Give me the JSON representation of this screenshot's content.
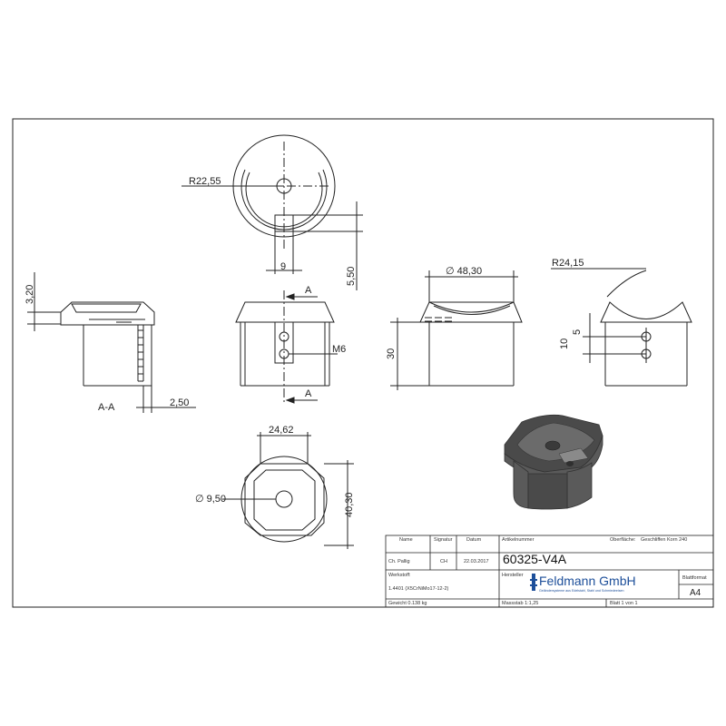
{
  "drawing": {
    "top_view": {
      "radius": "R22,55",
      "slot_width": "9",
      "slot_depth": "5,50"
    },
    "section_view": {
      "label": "A-A",
      "lip_height": "3,20",
      "wall": "2,50"
    },
    "front_view": {
      "section_mark": "A",
      "thread": "M6"
    },
    "side_view": {
      "diameter": "∅ 48,30",
      "height": "30"
    },
    "right_view": {
      "radius": "R24,15",
      "hole_spacing": "5",
      "hole_offset": "10"
    },
    "bottom_view": {
      "width": "24,62",
      "height": "40,30",
      "hole": "∅ 9,50"
    }
  },
  "title_block": {
    "col_headers": [
      "Name",
      "Signatur",
      "Datum"
    ],
    "drawn_by": "Ch. Pallig",
    "signature": "CH",
    "date": "22.03.2017",
    "article_label": "Artikelnummer",
    "article_number": "60325-V4A",
    "surface_label": "Oberfläche:",
    "surface_value": "Geschliffen Korn 240",
    "material_label": "Werkstoff:",
    "material_value": "1.4401 (X5CrNiMo17-12-2)",
    "manufacturer_label": "Hersteller",
    "company_name": "Feldmann GmbH",
    "company_tagline": "Geländersysteme aus Edelstahl, Stahl und Schmiedeeisen",
    "format_label": "Blattformat",
    "format_value": "A4",
    "weight": "Gewicht 0.138 kg",
    "scale": "Massstab 1:1,25",
    "sheet": "Blatt 1 von 1"
  },
  "colors": {
    "line": "#222222",
    "part_fill": "#ffffff",
    "iso_dark": "#4a4a4a",
    "iso_mid": "#6b6b6b",
    "iso_light": "#8a8a8a",
    "logo_blue": "#1d4f9a"
  }
}
